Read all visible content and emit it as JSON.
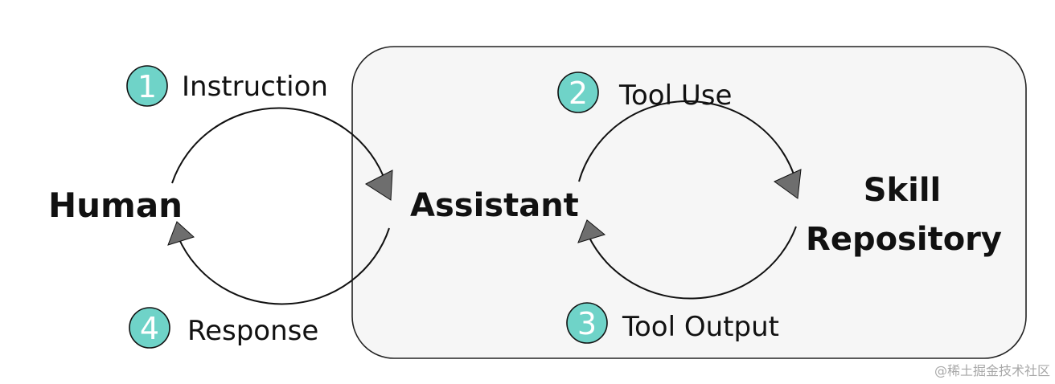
{
  "nodes": {
    "human": "Human",
    "assistant": "Assistant",
    "skill_line1": "Skill",
    "skill_line2": "Repository"
  },
  "steps": [
    {
      "number": "1",
      "label": "Instruction"
    },
    {
      "number": "2",
      "label": "Tool Use"
    },
    {
      "number": "3",
      "label": "Tool Output"
    },
    {
      "number": "4",
      "label": "Response"
    }
  ],
  "watermark": "@稀土掘金技术社区",
  "colors": {
    "badge_fill": "#6fd3c8",
    "arrowhead_fill": "#6e6e6e",
    "panel_fill": "#f6f6f6",
    "panel_border": "#222222"
  }
}
